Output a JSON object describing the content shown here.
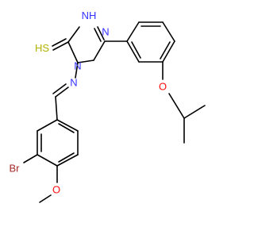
{
  "molecule": {
    "atoms": {
      "thiol_S": {
        "symbol": "S",
        "hydrogens": "H",
        "element": "sulfur"
      },
      "ring_NH": {
        "symbol": "N",
        "hydrogens": "H",
        "element": "nitrogen"
      },
      "ring_N2": {
        "symbol": "N",
        "element": "nitrogen"
      },
      "ring_N4": {
        "symbol": "N",
        "element": "nitrogen"
      },
      "imine_N": {
        "symbol": "N",
        "element": "nitrogen"
      },
      "ether_O": {
        "symbol": "O",
        "element": "oxygen"
      },
      "methoxy_O": {
        "symbol": "O",
        "element": "oxygen"
      },
      "bromo": {
        "symbol": "Br",
        "element": "bromine"
      }
    },
    "colors": {
      "carbon_bond": "#000000",
      "nitrogen": "#3333ff",
      "oxygen": "#ff0d0d",
      "sulfur": "#b2b200",
      "bromine": "#a62929"
    }
  }
}
